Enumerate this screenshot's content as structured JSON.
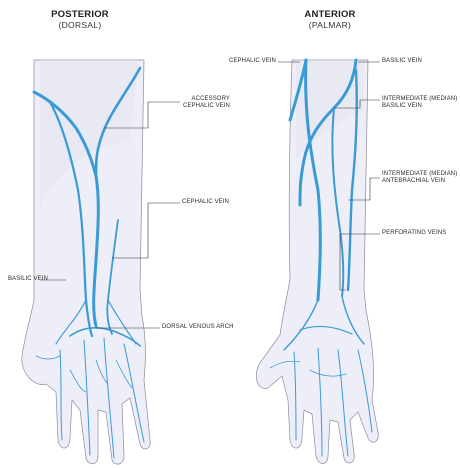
{
  "titles": {
    "posterior": {
      "main": "POSTERIOR",
      "sub": "(DORSAL)"
    },
    "anterior": {
      "main": "ANTERIOR",
      "sub": "(PALMAR)"
    }
  },
  "labels": {
    "accessory_cephalic_line1": "ACCESSORY",
    "accessory_cephalic_line2": "CEPHALIC VEIN",
    "cephalic_posterior": "CEPHALIC VEIN",
    "basilic_posterior": "BASILIC VEIN",
    "dorsal_venous_arch": "DORSAL VENOUS ARCH",
    "cephalic_anterior": "CEPHALIC VEIN",
    "basilic_anterior": "BASILIC VEIN",
    "intermediate_basilic_line1": "INTERMEDIATE (MEDIAN)",
    "intermediate_basilic_line2": "BASILIC VEIN",
    "intermediate_antebrachial_line1": "INTERMEDIATE (MEDIAN)",
    "intermediate_antebrachial_line2": "ANTEBRACHIAL VEIN",
    "perforating_veins": "PERFORATING VEINS"
  },
  "colors": {
    "vein": "#3a9ad6",
    "skin": "#eeeef8",
    "outline": "#8a8c9c"
  }
}
